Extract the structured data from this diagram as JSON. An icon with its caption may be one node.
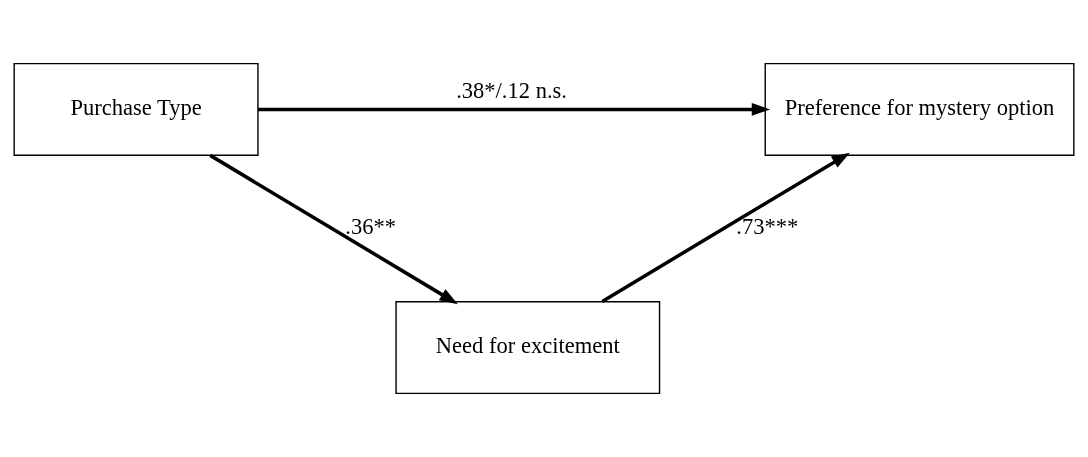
{
  "diagram": {
    "nodes": [
      {
        "text": [
          "Purchase Type"
        ]
      },
      {
        "text": [
          "Need for excitement"
        ]
      },
      {
        "text": [
          "Preference for mystery option"
        ]
      }
    ],
    "edges": [
      {
        "from": 0,
        "to": 1,
        "arrow": "to",
        "label": ".36**"
      },
      {
        "from": 1,
        "to": 2,
        "arrow": "to",
        "label": ".73***"
      },
      {
        "from": 0,
        "to": 2,
        "arrow": "to",
        "label": ".38*/.12 n.s."
      }
    ]
  }
}
